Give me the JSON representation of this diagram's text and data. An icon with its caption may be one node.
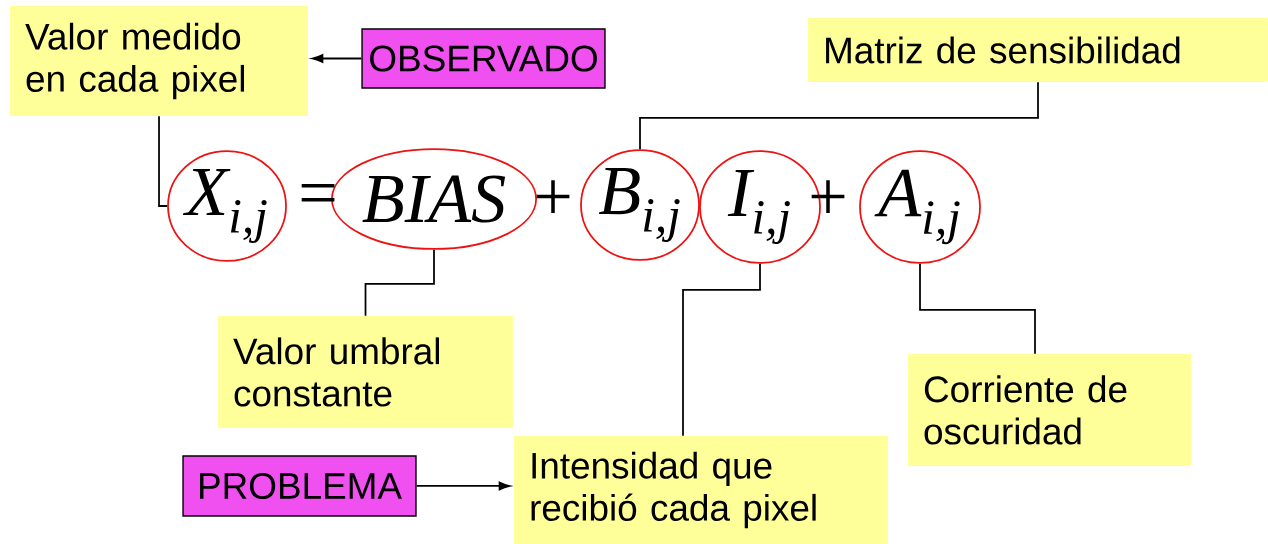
{
  "diagram": {
    "nodes": [
      {
        "text": [
          "Valor medido en cada pixel"
        ]
      },
      {
        "text": [
          "OBSERVADO"
        ]
      },
      {
        "text": [
          "Matriz de sensibilidad"
        ]
      },
      {
        "text": [
          "X$_{i,j}$"
        ]
      },
      {
        "text": [
          "BIAS"
        ]
      },
      {
        "text": [
          "B$_{i,j}$"
        ]
      },
      {
        "text": [
          "I$_{i,j}$"
        ]
      },
      {
        "text": [
          "A$_{i,j}$"
        ]
      },
      {
        "text": [
          "Valor umbral constante"
        ]
      },
      {
        "text": [
          "Corriente de oscuridad"
        ]
      },
      {
        "text": [
          "PROBLEMA"
        ]
      },
      {
        "text": [
          "Intensidad que recibió cada pixel"
        ]
      }
    ],
    "edges": [
      {
        "from": 1,
        "to": 0,
        "arrow": "to"
      },
      {
        "from": 0,
        "to": 3,
        "arrow": "none"
      },
      {
        "from": 2,
        "to": 5,
        "arrow": "none"
      },
      {
        "from": 4,
        "to": 8,
        "arrow": "none"
      },
      {
        "from": 6,
        "to": 11,
        "arrow": "none"
      },
      {
        "from": 7,
        "to": 9,
        "arrow": "none"
      },
      {
        "from": 10,
        "to": 11,
        "arrow": "to"
      }
    ],
    "labels": [
      "=",
      "+",
      "+"
    ]
  }
}
